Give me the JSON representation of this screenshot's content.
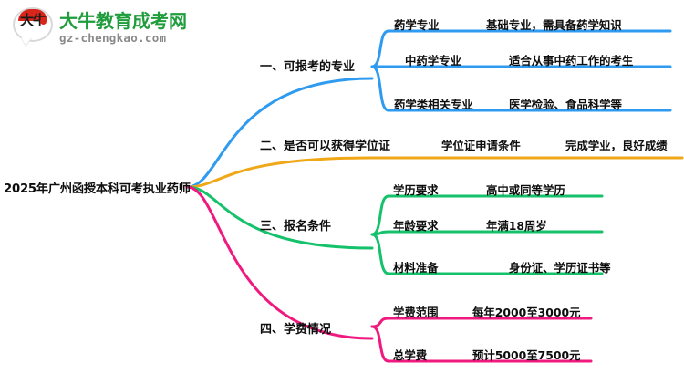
{
  "logo": {
    "mark_text": "大牛",
    "name_cn": "大牛教育成考网",
    "name_en": "gz-chengkao.com",
    "mark_color": "#d9261c",
    "name_color": "#1f9d3c"
  },
  "mindmap": {
    "root": {
      "label": "2025年广州函授本科可考执业药师"
    },
    "branches": [
      {
        "label": "一、可报考的专业",
        "color": "#2e9bf0",
        "children": [
          {
            "key": "药学专业",
            "value": "基础专业，需具备药学知识"
          },
          {
            "key": "中药学专业",
            "value": "适合从事中药工作的考生"
          },
          {
            "key": "药学类相关专业",
            "value": "医学检验、食品科学等"
          }
        ]
      },
      {
        "label": "二、是否可以获得学位证",
        "color": "#f0a818",
        "children": [
          {
            "key": "学位证申请条件",
            "value": "完成学业，良好成绩"
          }
        ]
      },
      {
        "label": "三、报名条件",
        "color": "#15c26b",
        "children": [
          {
            "key": "学历要求",
            "value": "高中或同等学历"
          },
          {
            "key": "年龄要求",
            "value": "年满18周岁"
          },
          {
            "key": "材料准备",
            "value": "身份证、学历证书等"
          }
        ]
      },
      {
        "label": "四、学费情况",
        "color": "#f0197f",
        "children": [
          {
            "key": "学费范围",
            "value": "每年2000至3000元"
          },
          {
            "key": "总学费",
            "value": "预计5000至7500元"
          }
        ]
      }
    ]
  }
}
